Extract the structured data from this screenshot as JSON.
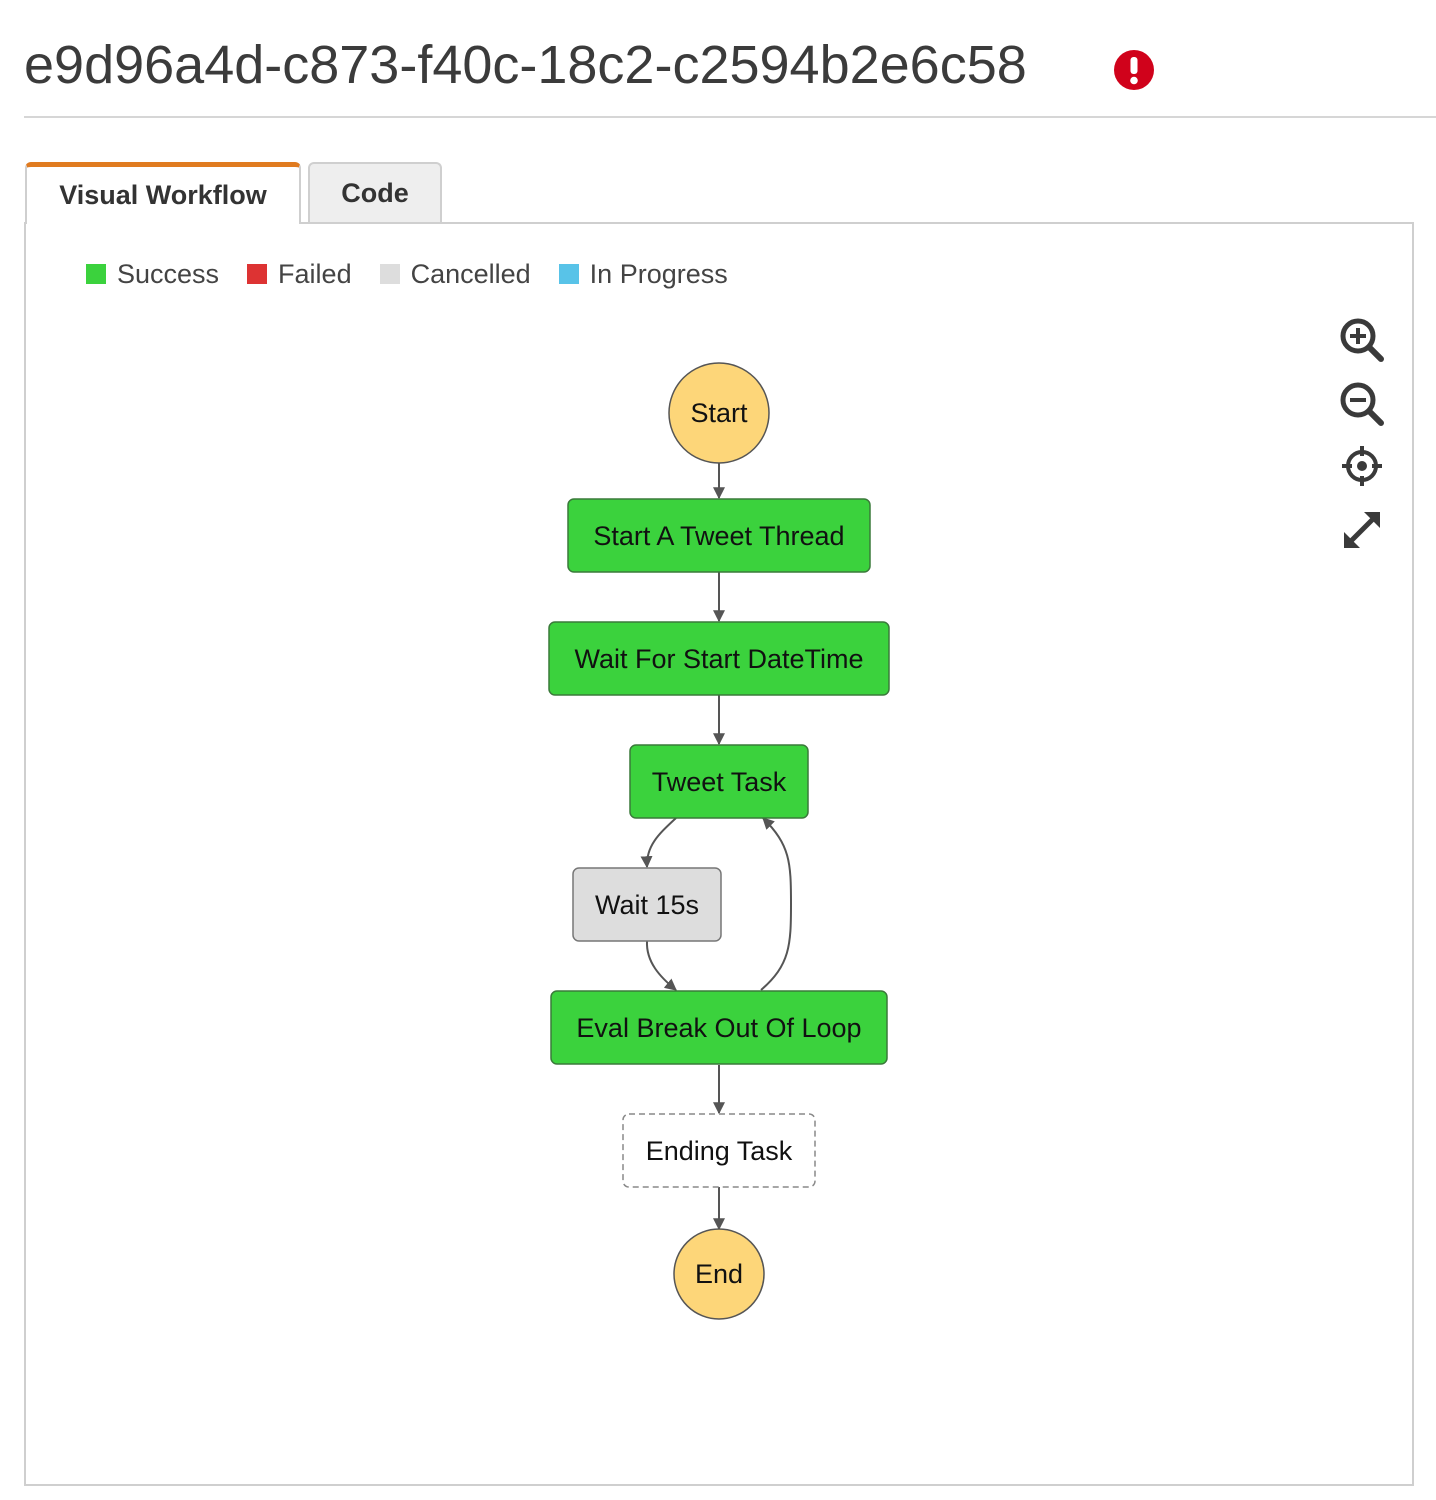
{
  "header": {
    "execution_id": "e9d96a4d-c873-f40c-18c2-c2594b2e6c58",
    "status_icon": "error-exclamation-icon",
    "status_color": "#d0021b"
  },
  "tabs": [
    {
      "label": "Visual Workflow",
      "active": true
    },
    {
      "label": "Code",
      "active": false
    }
  ],
  "legend": [
    {
      "label": "Success",
      "color": "#3bd23d"
    },
    {
      "label": "Failed",
      "color": "#dd3333"
    },
    {
      "label": "Cancelled",
      "color": "#dddddd"
    },
    {
      "label": "In Progress",
      "color": "#58c3e8"
    }
  ],
  "workflow": {
    "nodes": [
      {
        "id": "start",
        "label": "Start",
        "kind": "terminal",
        "status": "terminal"
      },
      {
        "id": "start-a-tweet-thread",
        "label": "Start A Tweet Thread",
        "kind": "state",
        "status": "success"
      },
      {
        "id": "wait-for-start-datetime",
        "label": "Wait For Start DateTime",
        "kind": "state",
        "status": "success"
      },
      {
        "id": "tweet-task",
        "label": "Tweet Task",
        "kind": "state",
        "status": "success"
      },
      {
        "id": "wait-15s",
        "label": "Wait 15s",
        "kind": "state",
        "status": "cancelled"
      },
      {
        "id": "eval-break-out-of-loop",
        "label": "Eval Break Out Of Loop",
        "kind": "state",
        "status": "success"
      },
      {
        "id": "ending-task",
        "label": "Ending Task",
        "kind": "state",
        "status": "not-started"
      },
      {
        "id": "end",
        "label": "End",
        "kind": "terminal",
        "status": "terminal"
      }
    ],
    "edges": [
      [
        "start",
        "start-a-tweet-thread"
      ],
      [
        "start-a-tweet-thread",
        "wait-for-start-datetime"
      ],
      [
        "wait-for-start-datetime",
        "tweet-task"
      ],
      [
        "tweet-task",
        "wait-15s"
      ],
      [
        "wait-15s",
        "eval-break-out-of-loop"
      ],
      [
        "eval-break-out-of-loop",
        "tweet-task"
      ],
      [
        "eval-break-out-of-loop",
        "ending-task"
      ],
      [
        "ending-task",
        "end"
      ]
    ]
  },
  "toolbar": [
    {
      "name": "zoom-in-icon"
    },
    {
      "name": "zoom-out-icon"
    },
    {
      "name": "center-target-icon"
    },
    {
      "name": "expand-fullscreen-icon"
    }
  ],
  "colors": {
    "success": "#3bd23d",
    "cancelled": "#dddddd",
    "terminal": "#fdd679",
    "tab_accent": "#e07b20",
    "edge": "#555555"
  }
}
